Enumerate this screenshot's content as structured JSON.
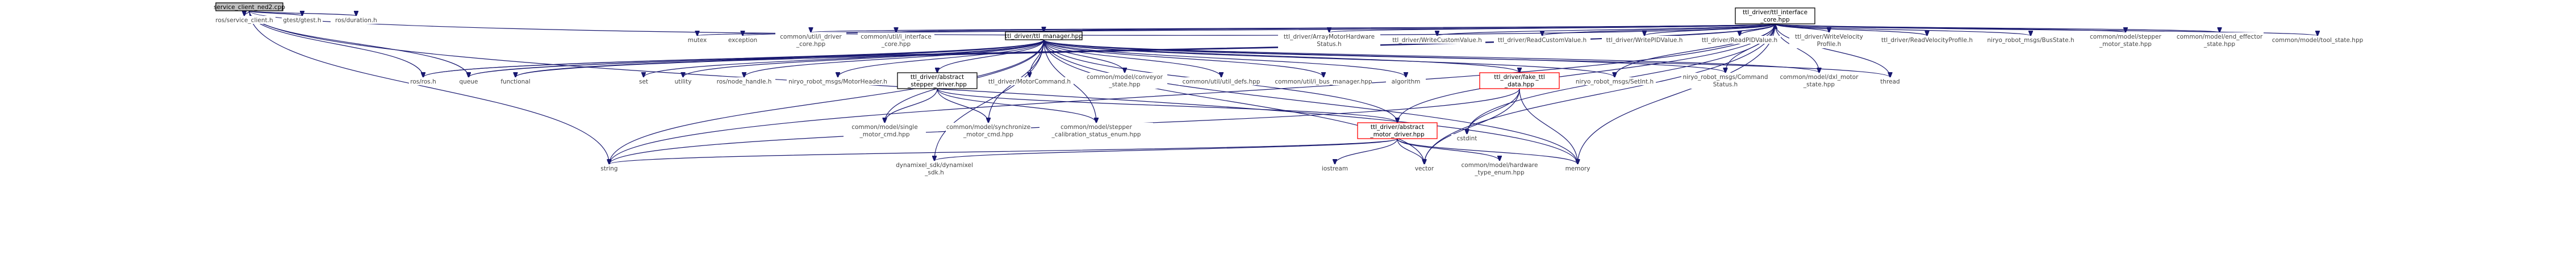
{
  "nodes": {
    "root": {
      "lines": [
        "service_client_ned2.cpp"
      ]
    },
    "ros_service": {
      "lines": [
        "ros/service_client.h"
      ]
    },
    "gtest": {
      "lines": [
        "gtest/gtest.h"
      ]
    },
    "ros_duration": {
      "lines": [
        "ros/duration.h"
      ]
    },
    "ttl_interface": {
      "lines": [
        "ttl_driver/ttl_interface",
        "_core.hpp"
      ]
    },
    "mutex": {
      "lines": [
        "mutex"
      ]
    },
    "exception": {
      "lines": [
        "exception"
      ]
    },
    "iDriverCore": {
      "lines": [
        "common/util/i_driver",
        "_core.hpp"
      ]
    },
    "iInterfaceCore": {
      "lines": [
        "common/util/i_interface",
        "_core.hpp"
      ]
    },
    "ttl_manager": {
      "lines": [
        "ttl_driver/ttl_manager.hpp"
      ]
    },
    "arrayMotor": {
      "lines": [
        "ttl_driver/ArrayMotorHardware",
        "Status.h"
      ]
    },
    "writeCustom": {
      "lines": [
        "ttl_driver/WriteCustomValue.h"
      ]
    },
    "readCustom": {
      "lines": [
        "ttl_driver/ReadCustomValue.h"
      ]
    },
    "writePID": {
      "lines": [
        "ttl_driver/WritePIDValue.h"
      ]
    },
    "readPID": {
      "lines": [
        "ttl_driver/ReadPIDValue.h"
      ]
    },
    "writeVelocity": {
      "lines": [
        "ttl_driver/WriteVelocity",
        "Profile.h"
      ]
    },
    "readVelocity": {
      "lines": [
        "ttl_driver/ReadVelocityProfile.h"
      ]
    },
    "busState": {
      "lines": [
        "niryo_robot_msgs/BusState.h"
      ]
    },
    "stepperState": {
      "lines": [
        "common/model/stepper",
        "_motor_state.hpp"
      ]
    },
    "endEffector": {
      "lines": [
        "common/model/end_effector",
        "_state.hpp"
      ]
    },
    "toolState": {
      "lines": [
        "common/model/tool_state.hpp"
      ]
    },
    "rosh": {
      "lines": [
        "ros/ros.h"
      ]
    },
    "queue": {
      "lines": [
        "queue"
      ]
    },
    "functional": {
      "lines": [
        "functional"
      ]
    },
    "set": {
      "lines": [
        "set"
      ]
    },
    "utility": {
      "lines": [
        "utility"
      ]
    },
    "nodeHandle": {
      "lines": [
        "ros/node_handle.h"
      ]
    },
    "motorHeader": {
      "lines": [
        "niryo_robot_msgs/MotorHeader.h"
      ]
    },
    "abstractStepper": {
      "lines": [
        "ttl_driver/abstract",
        "_stepper_driver.hpp"
      ]
    },
    "motorCommand": {
      "lines": [
        "ttl_driver/MotorCommand.h"
      ]
    },
    "conveyorState": {
      "lines": [
        "common/model/conveyor",
        "_state.hpp"
      ]
    },
    "utilDefs": {
      "lines": [
        "common/util/util_defs.hpp"
      ]
    },
    "iBusManager": {
      "lines": [
        "common/util/i_bus_manager.hpp"
      ]
    },
    "algorithm": {
      "lines": [
        "algorithm"
      ]
    },
    "fakeTtl": {
      "lines": [
        "ttl_driver/fake_ttl",
        "_data.hpp"
      ]
    },
    "setInt": {
      "lines": [
        "niryo_robot_msgs/SetInt.h"
      ]
    },
    "cmdStatus": {
      "lines": [
        "niryo_robot_msgs/Command",
        "Status.h"
      ]
    },
    "dxlState": {
      "lines": [
        "common/model/dxl_motor",
        "_state.hpp"
      ]
    },
    "thread": {
      "lines": [
        "thread"
      ]
    },
    "singleCmd": {
      "lines": [
        "common/model/single",
        "_motor_cmd.hpp"
      ]
    },
    "syncCmd": {
      "lines": [
        "common/model/synchronize",
        "_motor_cmd.hpp"
      ]
    },
    "stepperCalib": {
      "lines": [
        "common/model/stepper",
        "_calibration_status_enum.hpp"
      ]
    },
    "abstractMotor": {
      "lines": [
        "ttl_driver/abstract",
        "_motor_driver.hpp"
      ]
    },
    "cstdint": {
      "lines": [
        "cstdint"
      ]
    },
    "string": {
      "lines": [
        "string"
      ]
    },
    "iostream": {
      "lines": [
        "iostream"
      ]
    },
    "dynamixel": {
      "lines": [
        "dynamixel_sdk/dynamixel",
        "_sdk.h"
      ]
    },
    "vector": {
      "lines": [
        "vector"
      ]
    },
    "hwTypeEnum": {
      "lines": [
        "common/model/hardware",
        "_type_enum.hpp"
      ]
    },
    "memory": {
      "lines": [
        "memory"
      ]
    }
  },
  "colors": {
    "edge": "#191970",
    "root_fill": "#bfbfbf",
    "red_border": "#ff0000",
    "gray_border": "#666666"
  }
}
